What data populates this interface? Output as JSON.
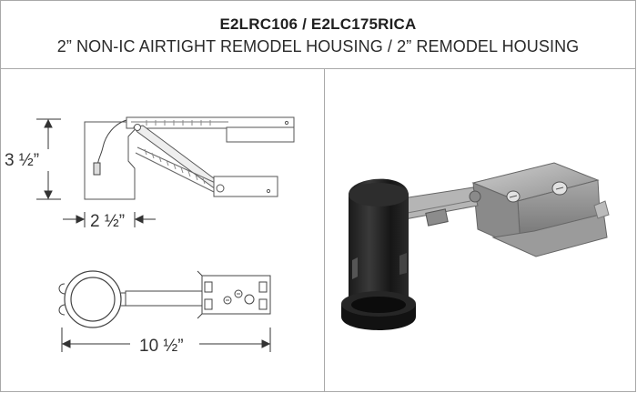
{
  "header": {
    "title": "E2LRC106 / E2LC175RICA",
    "subtitle": "2” NON-IC AIRTIGHT REMODEL HOUSING / 2” REMODEL HOUSING"
  },
  "drawing": {
    "height_label": "3 ½”",
    "width_label": "2 ½”",
    "length_label": "10 ½”"
  }
}
